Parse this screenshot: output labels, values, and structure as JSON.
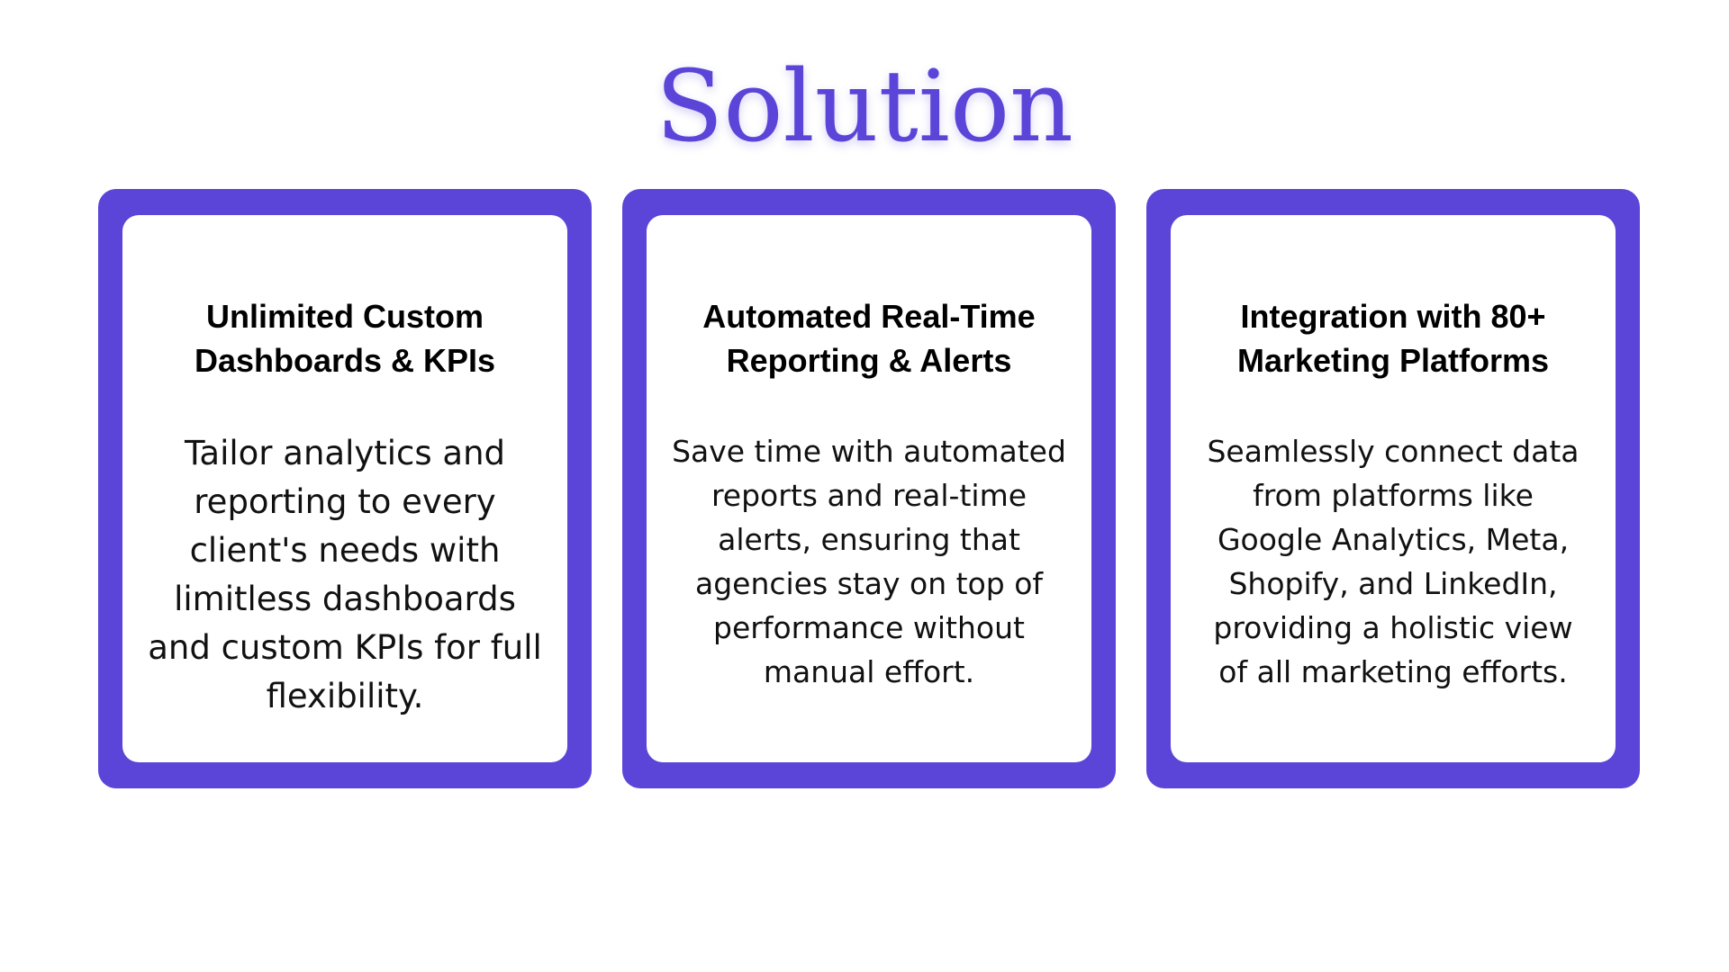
{
  "slide": {
    "title": "Solution"
  },
  "cards": [
    {
      "heading": "Unlimited Custom Dashboards & KPIs",
      "body": "Tailor analytics and reporting to every client's needs with limitless dashboards and custom KPIs for full flexibility."
    },
    {
      "heading": "Automated Real-Time Reporting & Alerts",
      "body": "Save time with automated reports and real-time alerts, ensuring that agencies stay on top of performance without manual effort."
    },
    {
      "heading": "Integration with 80+ Marketing Platforms",
      "body": "Seamlessly connect data from platforms like Google Analytics, Meta, Shopify, and LinkedIn, providing a holistic view of all marketing efforts."
    }
  ],
  "colors": {
    "accent": "#5b45d9",
    "background": "#ffffff",
    "text": "#000000"
  }
}
